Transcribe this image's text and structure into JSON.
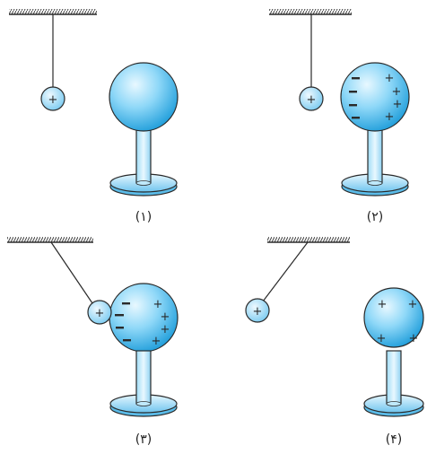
{
  "panels": [
    {
      "caption": "(۱)",
      "pendulum_charge": "+",
      "sphere_charges": {
        "neg": [],
        "pos": []
      }
    },
    {
      "caption": "(۲)",
      "pendulum_charge": "+",
      "sphere_charges": {
        "neg": [
          "–",
          "–",
          "–",
          "–"
        ],
        "pos": [
          "+",
          "+",
          "+",
          "+"
        ]
      }
    },
    {
      "caption": "(۳)",
      "pendulum_charge": "+",
      "sphere_charges": {
        "neg": [
          "–",
          "–",
          "–",
          "–"
        ],
        "pos": [
          "+",
          "+",
          "+",
          "+"
        ]
      }
    },
    {
      "caption": "(۴)",
      "pendulum_charge": "+",
      "sphere_charges": {
        "neg": [],
        "pos": [
          "+",
          "+",
          "+",
          "+"
        ]
      }
    }
  ],
  "colors": {
    "sphere_light": "#dff4fe",
    "sphere_mid": "#7fd2f6",
    "sphere_dark": "#1aa3e0",
    "stand": "#c9ecfb",
    "outline": "#2a2a2a"
  }
}
